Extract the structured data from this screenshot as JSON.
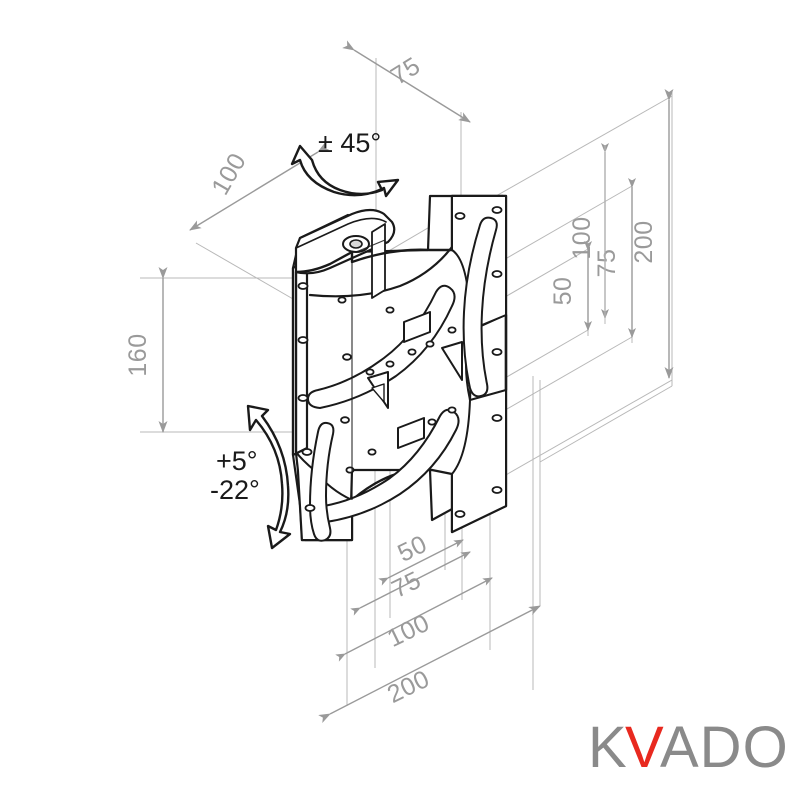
{
  "drawing": {
    "title": "TV wall mount bracket technical drawing",
    "background_color": "#ffffff",
    "dimension_color": "#9a9a9a",
    "outline_color": "#1a1a1a",
    "units": "mm"
  },
  "dimensions": {
    "top_depth": "75",
    "top_width": "100",
    "left_height": "160",
    "right_vesa_50": "50",
    "right_vesa_75": "75",
    "right_vesa_100": "100",
    "right_vesa_200": "200",
    "bottom_vesa_50": "50",
    "bottom_vesa_75": "75",
    "bottom_vesa_100": "100",
    "bottom_vesa_200": "200"
  },
  "annotations": {
    "swivel": "± 45°",
    "tilt_up": "+5°",
    "tilt_down": "-22°"
  },
  "logo": {
    "part_1": "K",
    "part_2": "V",
    "part_3": "ADO",
    "gray": "#8a8a8a",
    "red": "#e8291f"
  }
}
